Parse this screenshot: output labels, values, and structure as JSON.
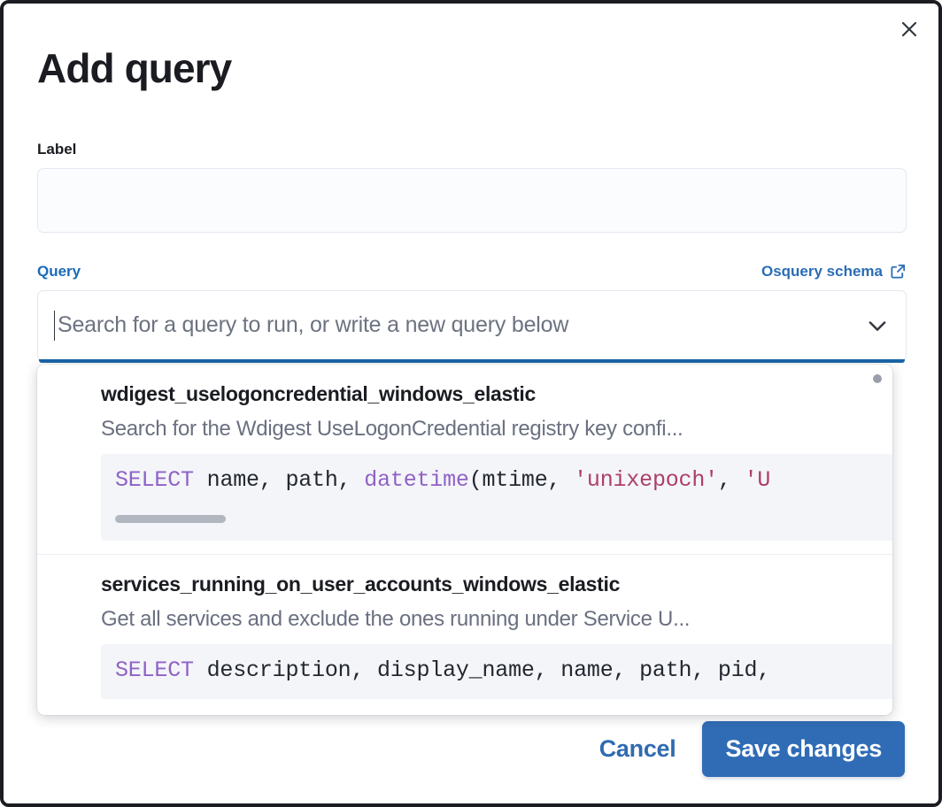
{
  "modal": {
    "title": "Add query",
    "close_icon": "close-icon"
  },
  "label_field": {
    "label": "Label",
    "value": "",
    "placeholder": ""
  },
  "query_section": {
    "label": "Query",
    "schema_link": {
      "text": "Osquery schema",
      "icon": "external-link-icon"
    },
    "combobox": {
      "placeholder": "Search for a query to run, or write a new query below",
      "value": "",
      "chevron_icon": "chevron-down-icon"
    }
  },
  "dropdown": {
    "options": [
      {
        "title": "wdigest_uselogoncredential_windows_elastic",
        "description": "Search for the Wdigest UseLogonCredential registry key confi...",
        "code_tokens": [
          {
            "t": "SELECT",
            "c": "kw"
          },
          {
            "t": " ",
            "c": "id"
          },
          {
            "t": "name, path, ",
            "c": "id"
          },
          {
            "t": "datetime",
            "c": "fn"
          },
          {
            "t": "(mtime, ",
            "c": "id"
          },
          {
            "t": "'unixepoch'",
            "c": "str"
          },
          {
            "t": ", ",
            "c": "id"
          },
          {
            "t": "'U",
            "c": "str"
          }
        ],
        "has_scrollbar": true
      },
      {
        "title": "services_running_on_user_accounts_windows_elastic",
        "description": "Get all services and exclude the ones running under Service U...",
        "code_tokens": [
          {
            "t": "SELECT",
            "c": "kw"
          },
          {
            "t": " description, display_name, name, path, pid,",
            "c": "id"
          }
        ],
        "has_scrollbar": false
      }
    ]
  },
  "footer": {
    "cancel_label": "Cancel",
    "save_label": "Save changes"
  },
  "colors": {
    "accent_blue": "#2f6cb5",
    "link_blue": "#2b6cb8",
    "keyword_purple": "#8f62c6",
    "string_crimson": "#ad3f68",
    "code_bg": "#f4f5f9"
  }
}
